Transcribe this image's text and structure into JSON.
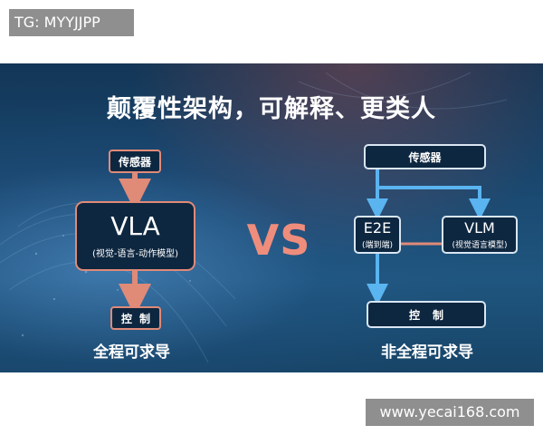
{
  "watermark_top": "TG: MYYJJPP",
  "watermark_bottom": "www.yecai168.com",
  "slide": {
    "title": "颠覆性架构，可解释、更类人",
    "vs_label": "VS",
    "left": {
      "sensor": "传感器",
      "model_name": "VLA",
      "model_desc": "(视觉-语言-动作模型)",
      "control": "控制",
      "caption": "全程可求导"
    },
    "right": {
      "sensor": "传感器",
      "e2e_name": "E2E",
      "e2e_desc": "(端到端)",
      "vlm_name": "VLM",
      "vlm_desc": "(视觉语言模型)",
      "control": "控制",
      "caption": "非全程可求导"
    }
  },
  "colors": {
    "accent_salmon": "#e08a78",
    "accent_blue": "#5ab4f0",
    "box_fill": "#0e2740"
  }
}
